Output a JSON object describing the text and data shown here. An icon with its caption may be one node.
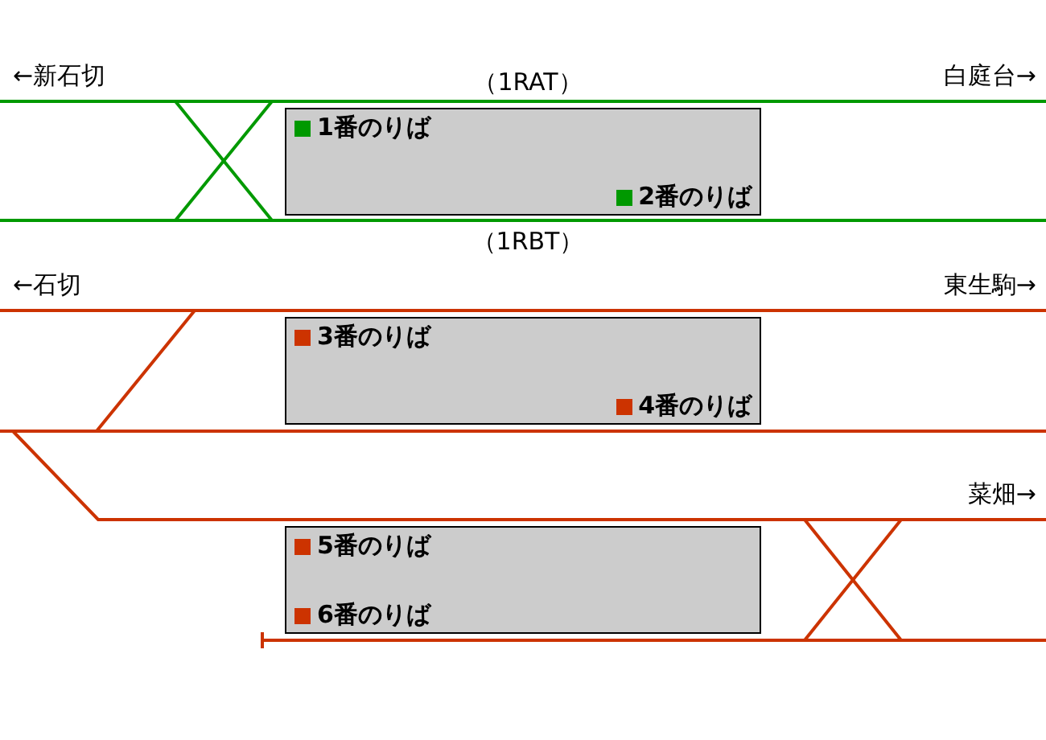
{
  "diagram": {
    "nodes": [
      {
        "text": [
          "1番のりば",
          "2番のりば"
        ]
      },
      {
        "text": [
          "3番のりば",
          "4番のりば"
        ]
      },
      {
        "text": [
          "5番のりば",
          "6番のりば"
        ]
      }
    ],
    "labels": [
      "←新石切",
      "（1RAT）",
      "白庭台→",
      "（1RBT）",
      "←石切",
      "東生駒→",
      "菜畑→"
    ]
  }
}
